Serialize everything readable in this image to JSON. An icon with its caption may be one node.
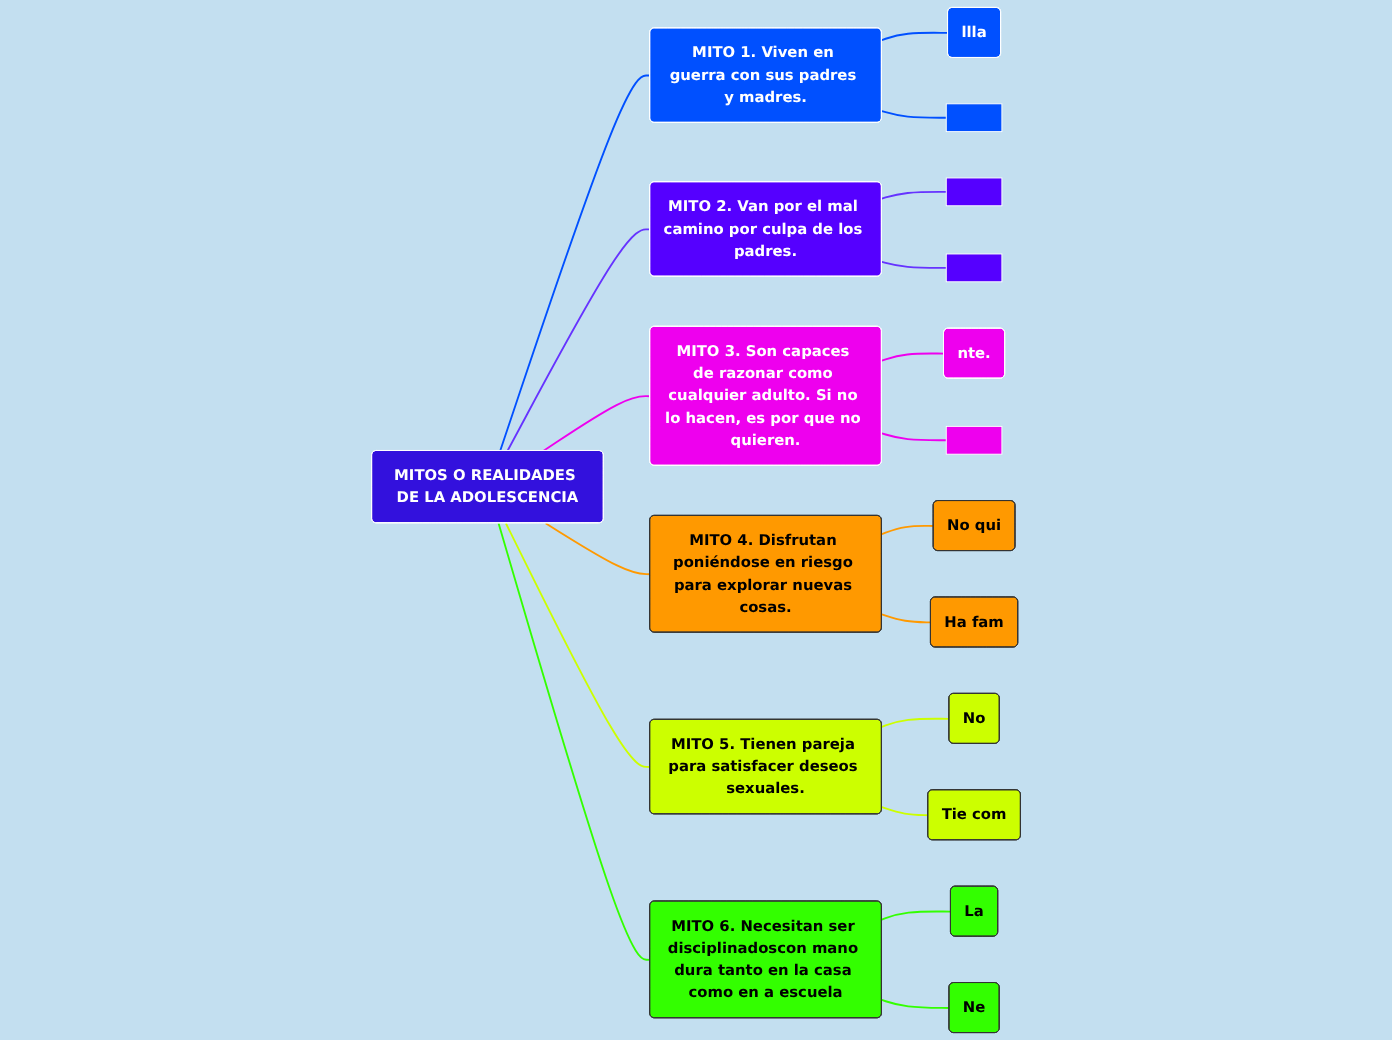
{
  "diagram": {
    "nodes": [
      {
        "text": [
          "MITOS O REALIDADES DE LA ADOLESCENCIA"
        ]
      },
      {
        "text": [
          "MITO 1. Viven en guerra con sus padres y madres."
        ]
      },
      {
        "text": [
          "MITO 2. Van por el mal camino por culpa de los padres."
        ]
      },
      {
        "text": [
          "MITO 3. Son capaces de razonar como cualquier adulto. Si no lo hacen, es por que no quieren."
        ]
      },
      {
        "text": [
          "MITO 4. Disfrutan poniéndose en riesgo para explorar nuevas cosas."
        ]
      },
      {
        "text": [
          "MITO 5. Tienen pareja para satisfacer deseos sexuales."
        ]
      },
      {
        "text": [
          "MITO 6. Necesitan ser disciplinadoscon mano dura tanto en la casa como en a escuela"
        ]
      },
      {
        "text": [
          "llla"
        ]
      },
      {
        "text": [],
        "shape": "box"
      },
      {
        "text": [],
        "shape": "box"
      },
      {
        "text": [],
        "shape": "box"
      },
      {
        "text": [
          "nte."
        ]
      },
      {
        "text": [],
        "shape": "box"
      },
      {
        "text": [
          "No qui"
        ]
      },
      {
        "text": [
          "Ha fam"
        ]
      },
      {
        "text": [
          "No"
        ]
      },
      {
        "text": [
          "Tie com"
        ]
      },
      {
        "text": [
          "La"
        ]
      },
      {
        "text": [
          "Ne"
        ]
      }
    ],
    "edges": [
      {
        "from": 0,
        "to": 1,
        "arrow": "none",
        "color": "#0050ff"
      },
      {
        "from": 0,
        "to": 2,
        "arrow": "none",
        "color": "#6633ff"
      },
      {
        "from": 0,
        "to": 3,
        "arrow": "none",
        "color": "#ee00ee"
      },
      {
        "from": 0,
        "to": 4,
        "arrow": "none",
        "color": "#ff9900"
      },
      {
        "from": 0,
        "to": 5,
        "arrow": "none",
        "color": "#ccff00"
      },
      {
        "from": 0,
        "to": 6,
        "arrow": "none",
        "color": "#33ff00"
      },
      {
        "from": 1,
        "to": 7,
        "arrow": "none",
        "color": "#0050ff"
      },
      {
        "from": 1,
        "to": 8,
        "arrow": "none",
        "color": "#0050ff"
      },
      {
        "from": 2,
        "to": 9,
        "arrow": "none",
        "color": "#6633ff"
      },
      {
        "from": 2,
        "to": 10,
        "arrow": "none",
        "color": "#6633ff"
      },
      {
        "from": 3,
        "to": 11,
        "arrow": "none",
        "color": "#ee00ee"
      },
      {
        "from": 3,
        "to": 12,
        "arrow": "none",
        "color": "#ee00ee"
      },
      {
        "from": 4,
        "to": 13,
        "arrow": "none",
        "color": "#ff9900"
      },
      {
        "from": 4,
        "to": 14,
        "arrow": "none",
        "color": "#ff9900"
      },
      {
        "from": 5,
        "to": 15,
        "arrow": "none",
        "color": "#ccff00"
      },
      {
        "from": 5,
        "to": 16,
        "arrow": "none",
        "color": "#ccff00"
      },
      {
        "from": 6,
        "to": 17,
        "arrow": "none",
        "color": "#33ff00"
      },
      {
        "from": 6,
        "to": 18,
        "arrow": "none",
        "color": "#33ff00"
      }
    ]
  }
}
